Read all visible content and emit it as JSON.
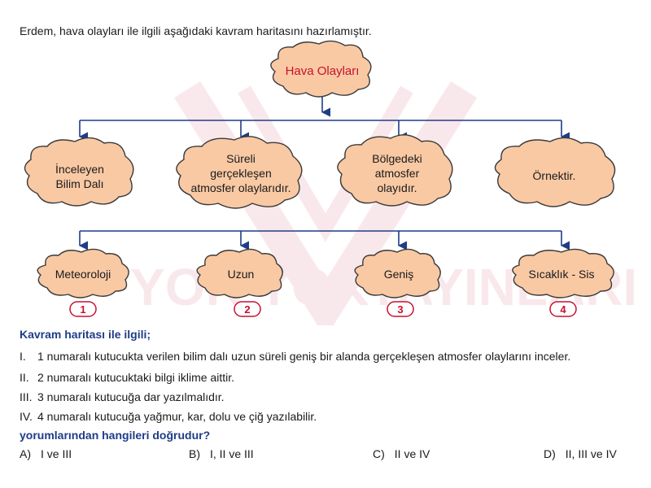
{
  "intro": "Erdem, hava olayları ile ilgili aşağıdaki kavram haritasını hazırlamıştır.",
  "map": {
    "root": "Hava Olayları",
    "level1": [
      {
        "lines": [
          "İnceleyen",
          "Bilim Dalı"
        ]
      },
      {
        "lines": [
          "Süreli",
          "gerçekleşen",
          "atmosfer olaylarıdır."
        ]
      },
      {
        "lines": [
          "Bölgedeki",
          "atmosfer",
          "olayıdır."
        ]
      },
      {
        "lines": [
          "Örnektir."
        ]
      }
    ],
    "level2": [
      {
        "text": "Meteoroloji",
        "num": "1"
      },
      {
        "text": "Uzun",
        "num": "2"
      },
      {
        "text": "Geniş",
        "num": "3"
      },
      {
        "text": "Sıcaklık - Sis",
        "num": "4"
      }
    ],
    "watermark_left": "YOK YOK",
    "watermark_right": "YAYINLARI"
  },
  "colors": {
    "cloud_fill": "#f9c9a4",
    "cloud_stroke": "#3a3a3a",
    "arrow": "#1f3c88",
    "heading": "#1f3c88",
    "accent_red": "#c8102e"
  },
  "question": {
    "heading": "Kavram haritası ile ilgili;",
    "statements": [
      {
        "roman": "I.",
        "text": "1 numaralı kutucukta verilen bilim dalı uzun süreli geniş bir alanda gerçekleşen atmosfer olaylarını inceler."
      },
      {
        "roman": "II.",
        "text": "2 numaralı kutucuktaki bilgi iklime aittir."
      },
      {
        "roman": "III.",
        "text": "3 numaralı kutucuğa dar yazılmalıdır."
      },
      {
        "roman": "IV.",
        "text": "4 numaralı kutucuğa yağmur, kar, dolu ve çiğ yazılabilir."
      }
    ],
    "prompt": "yorumlarından hangileri doğrudur?",
    "answers": [
      {
        "label": "A)",
        "text": "I ve III"
      },
      {
        "label": "B)",
        "text": "I, II ve III"
      },
      {
        "label": "C)",
        "text": "II ve IV"
      },
      {
        "label": "D)",
        "text": "II, III ve IV"
      }
    ]
  }
}
